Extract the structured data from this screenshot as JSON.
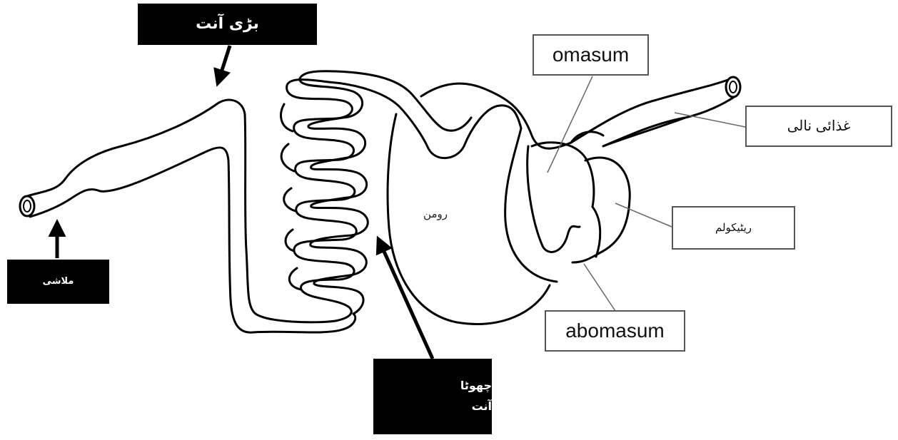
{
  "labels": {
    "large_intestine": "بڑی آنت",
    "rectum": "ملاشی",
    "small_intestine_line1": "چھوٹا",
    "small_intestine_line2": "آنت",
    "omasum": "omasum",
    "abomasum": "abomasum",
    "esophagus": "غذائی نالی",
    "reticulum": "ریٹیکولم",
    "rumen": "رومن"
  },
  "colors": {
    "outline": "#000000",
    "label_dark_bg": "#000000",
    "label_dark_text": "#ffffff",
    "leader_line": "#666666"
  }
}
